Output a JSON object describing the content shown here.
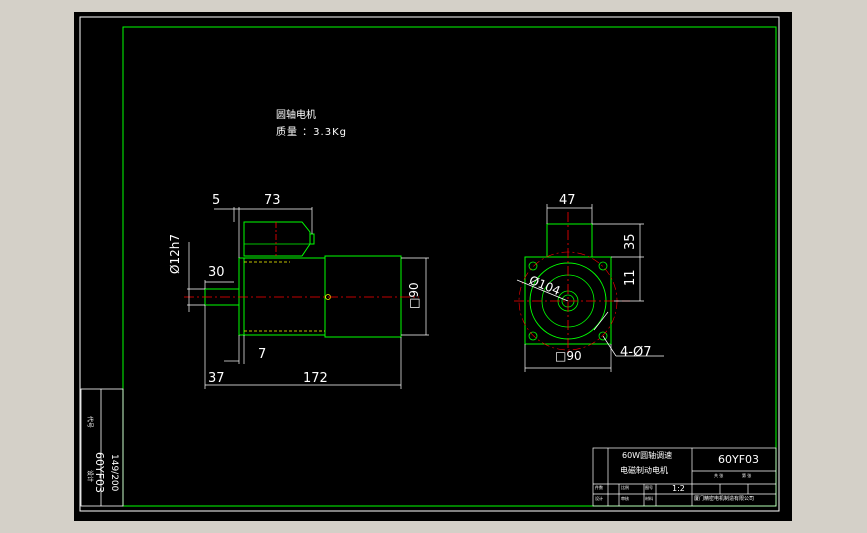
{
  "note": {
    "line1": "圆轴电机",
    "line2": "质量 ：3.3Kg"
  },
  "side_view": {
    "dim_top_5": "5",
    "dim_top_73": "73",
    "dim_shaft_dia": "Ø12h7",
    "dim_30": "30",
    "dim_square_90": "□90",
    "dim_7": "7",
    "dim_37": "37",
    "dim_172": "172"
  },
  "front_view": {
    "dim_47": "47",
    "dim_35": "35",
    "dim_11": "11",
    "dim_pcd": "Ø104",
    "dim_square_90": "□90",
    "dim_holes": "4-Ø7"
  },
  "side_stamp": {
    "code": "60YF03",
    "page": "149/200",
    "label_a": "代号",
    "label_b": "设计"
  },
  "title_block": {
    "title_line1": "60W圆轴调速",
    "title_line2": "电磁制动电机",
    "drawing_no": "60YF03",
    "scale": "1:2",
    "company": "厦门精密电机制造有限公司",
    "cell_a": "共 张",
    "cell_b": "第 张",
    "cell_c": "比例",
    "cell_d": "图号",
    "cell_e": "件数",
    "cell_f": "材料",
    "cell_g": "设计",
    "cell_h": "审核"
  },
  "colors": {
    "frame": "#ffffff",
    "border": "#00ff00",
    "outline": "#00ff00",
    "dimension": "#ffffff",
    "center_line": "#ff0000",
    "hidden_line": "#ffff00",
    "text": "#ffffff",
    "background": "#000000"
  }
}
